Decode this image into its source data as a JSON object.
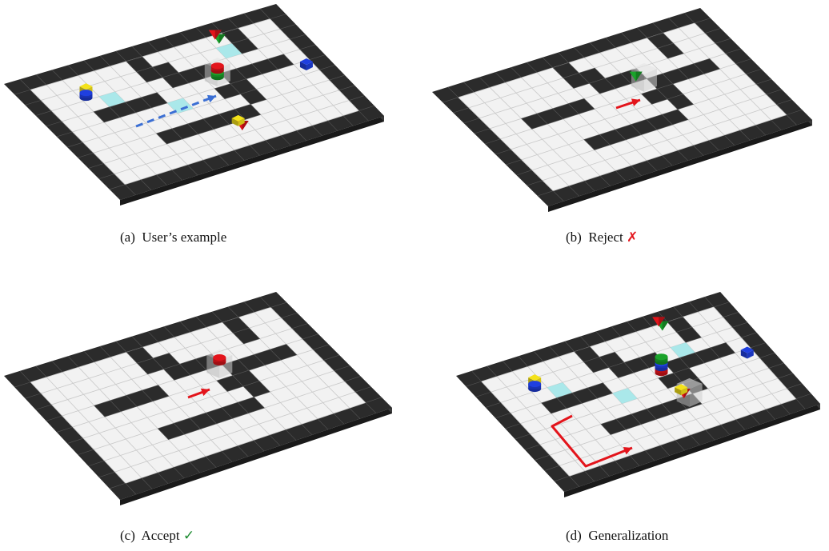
{
  "captions": {
    "a": {
      "prefix": "(a)",
      "text": "User’s example",
      "mark": ""
    },
    "b": {
      "prefix": "(b)",
      "text": "Reject",
      "mark": "✗"
    },
    "c": {
      "prefix": "(c)",
      "text": "Accept",
      "mark": "✓"
    },
    "d": {
      "prefix": "(d)",
      "text": "Generalization",
      "mark": ""
    }
  },
  "colors": {
    "floor": "#f2f2f2",
    "grid": "#c9c9c9",
    "wall": "#2b2b2b",
    "highlight": "#9ee6e9",
    "red": "#e3141b",
    "green": "#1aa32a",
    "blue": "#1f3fe0",
    "yellow": "#f4e21a",
    "dashed_arrow": "#3b6fd4",
    "arrow": "#e3141b"
  },
  "icons": {
    "reject": "cross-mark-icon",
    "accept": "check-mark-icon"
  }
}
